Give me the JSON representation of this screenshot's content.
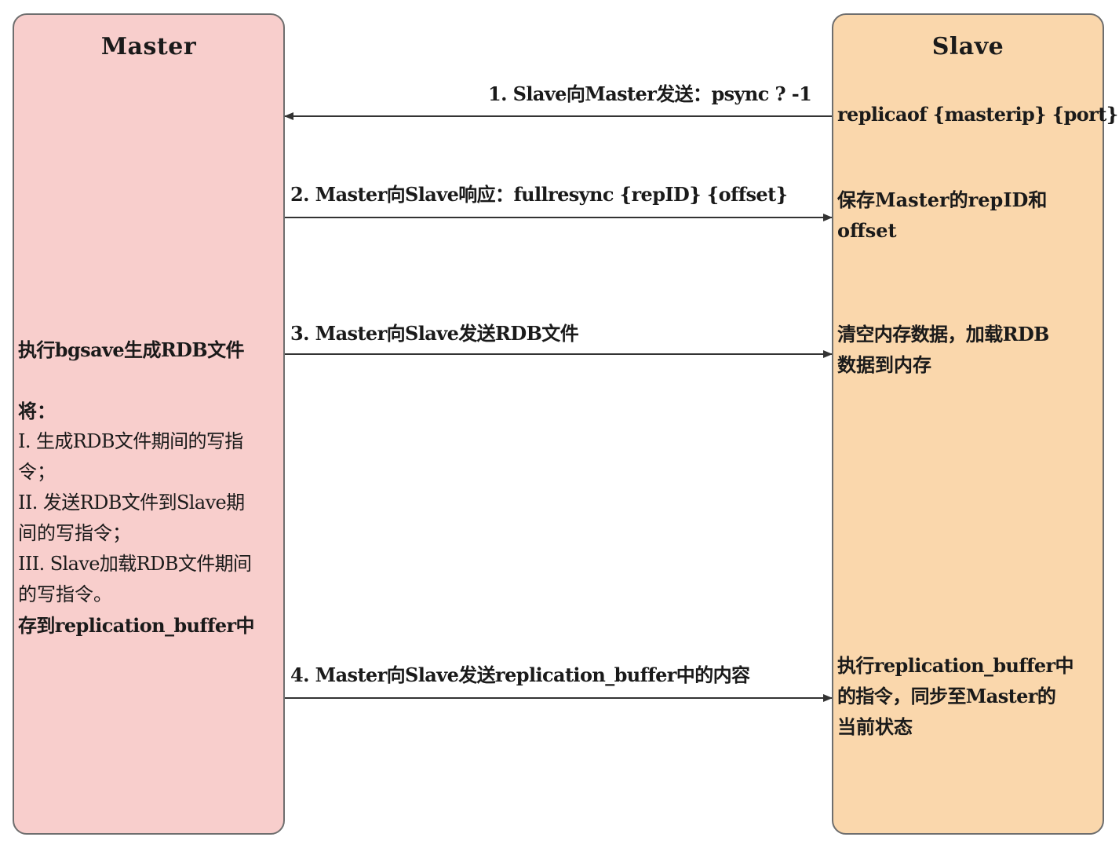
{
  "master": {
    "title": "Master",
    "bgsave": "执行bgsave生成RDB文件",
    "store_intro": "将：",
    "items": [
      [
        "I. 生成RDB文件期间的写指",
        "令；"
      ],
      [
        "II.  发送RDB文件到Slave期",
        "间的写指令；"
      ],
      [
        "III.  Slave加载RDB文件期间",
        "的写指令。"
      ]
    ],
    "store_target": "存到replication_buffer中"
  },
  "slave": {
    "title": "Slave",
    "cmd": "replicaof {masterip} {port}",
    "save_lines": [
      "保存Master的repID和",
      "offset"
    ],
    "load_lines": [
      "清空内存数据，加载RDB",
      "数据到内存"
    ],
    "exec_lines": [
      "执行replication_buffer中",
      "的指令，同步至Master的",
      "当前状态"
    ]
  },
  "messages": [
    {
      "label": "1. Slave向Master发送：psync ? -1",
      "direction": "slave-to-master"
    },
    {
      "label": "2. Master向Slave响应：fullresync {repID} {offset}",
      "direction": "master-to-slave"
    },
    {
      "label": "3. Master向Slave发送RDB文件",
      "direction": "master-to-slave"
    },
    {
      "label": "4. Master向Slave发送replication_buffer中的内容",
      "direction": "master-to-slave"
    }
  ],
  "colors": {
    "master_fill": "#f8cecc",
    "slave_fill": "#fad7ac",
    "arrow": "#333333"
  }
}
